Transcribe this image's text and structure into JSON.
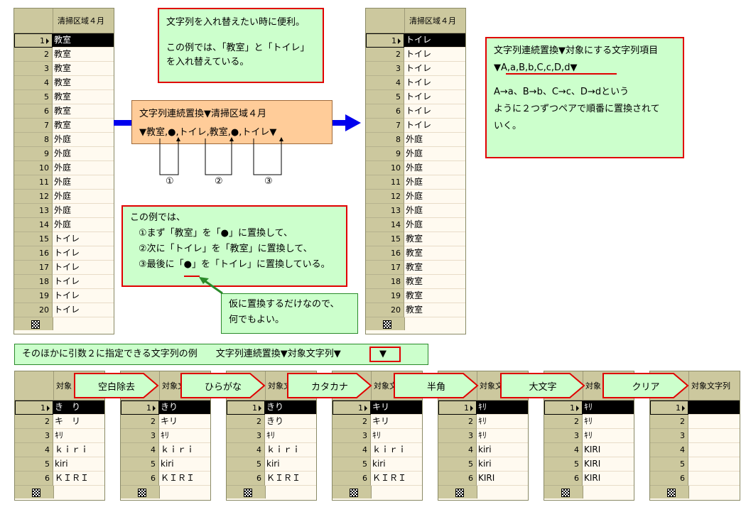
{
  "top_grids": [
    {
      "header": "清掃区域４月",
      "rows": [
        "教室",
        "教室",
        "教室",
        "教室",
        "教室",
        "教室",
        "教室",
        "外庭",
        "外庭",
        "外庭",
        "外庭",
        "外庭",
        "外庭",
        "外庭",
        "トイレ",
        "トイレ",
        "トイレ",
        "トイレ",
        "トイレ",
        "トイレ"
      ]
    },
    {
      "header": "清掃区域４月",
      "rows": [
        "トイレ",
        "トイレ",
        "トイレ",
        "トイレ",
        "トイレ",
        "トイレ",
        "トイレ",
        "外庭",
        "外庭",
        "外庭",
        "外庭",
        "外庭",
        "外庭",
        "外庭",
        "教室",
        "教室",
        "教室",
        "教室",
        "教室",
        "教室"
      ]
    }
  ],
  "row_numbers": [
    "1",
    "2",
    "3",
    "4",
    "5",
    "6",
    "7",
    "8",
    "9",
    "10",
    "11",
    "12",
    "13",
    "14",
    "15",
    "16",
    "17",
    "18",
    "19",
    "20"
  ],
  "note_top": {
    "line1": "文字列を入れ替えたい時に便利。",
    "line2": "この例では、「教室」と「トイレ」",
    "line3": "を入れ替えている。"
  },
  "formula": {
    "line1": "文字列連続置換▼清掃区域４月",
    "line2": "▼教室,●,トイレ,教室,●,トイレ▼"
  },
  "circled": [
    "①",
    "②",
    "③"
  ],
  "note_steps": {
    "l1": "この例では、",
    "l2": "①まず「教室」を「●」に置換して、",
    "l3": "②次に「トイレ」を「教室」に置換して、",
    "l4": "③最後に「●」を「トイレ」に置換している。"
  },
  "note_temp": {
    "l1": "仮に置換するだけなので、",
    "l2": "何でもよい。"
  },
  "note_right": {
    "l1": "文字列連続置換▼対象にする文字列項目",
    "l2": "▼A,a,B,b,C,c,D,d▼",
    "l3": "A→a、B→b、C→c、D→dという",
    "l4": "ように２つずつペアで順番に置換されて",
    "l5": "いく。"
  },
  "bottom_bar": {
    "label": "そのほかに引数２に指定できる文字列の例　　文字列連続置換▼対象文字列▼",
    "tail": "▼"
  },
  "chevrons": [
    "空白除去",
    "ひらがな",
    "カタカナ",
    "半角",
    "大文字",
    "クリア"
  ],
  "bottom_grids": [
    {
      "header": "対象",
      "rows": [
        "き　り",
        "キ　リ",
        "ｷﾘ",
        "ｋｉｒｉ",
        "kiri",
        "ＫＩＲＩ"
      ]
    },
    {
      "header": "対象文",
      "rows": [
        "きり",
        "キリ",
        "ｷﾘ",
        "ｋｉｒｉ",
        "kiri",
        "ＫＩＲＩ"
      ]
    },
    {
      "header": "対象文",
      "rows": [
        "きり",
        "きり",
        "ｷﾘ",
        "ｋｉｒｉ",
        "kiri",
        "ＫＩＲＩ"
      ]
    },
    {
      "header": "対象文",
      "rows": [
        "キリ",
        "キリ",
        "ｷﾘ",
        "ｋｉｒｉ",
        "kiri",
        "ＫＩＲＩ"
      ]
    },
    {
      "header": "対象文",
      "rows": [
        "ｷﾘ",
        "ｷﾘ",
        "ｷﾘ",
        "kiri",
        "kiri",
        "KIRI"
      ]
    },
    {
      "header": "対象",
      "rows": [
        "ｷﾘ",
        "ｷﾘ",
        "ｷﾘ",
        "KIRI",
        "KIRI",
        "KIRI"
      ]
    },
    {
      "header": "対象文字列",
      "rows": [
        "",
        "",
        "",
        "",
        "",
        ""
      ]
    }
  ],
  "bottom_row_numbers": [
    "1",
    "2",
    "3",
    "4",
    "5",
    "6"
  ],
  "colors": {
    "grid_header": "#ccc89e",
    "grid_body": "#fffaf0",
    "note_bg": "#ccffcc",
    "note_border": "#e00000",
    "formula_bg": "#ffcc99",
    "arrow_blue": "#0000ee",
    "arrow_green": "#2a8a2a"
  }
}
